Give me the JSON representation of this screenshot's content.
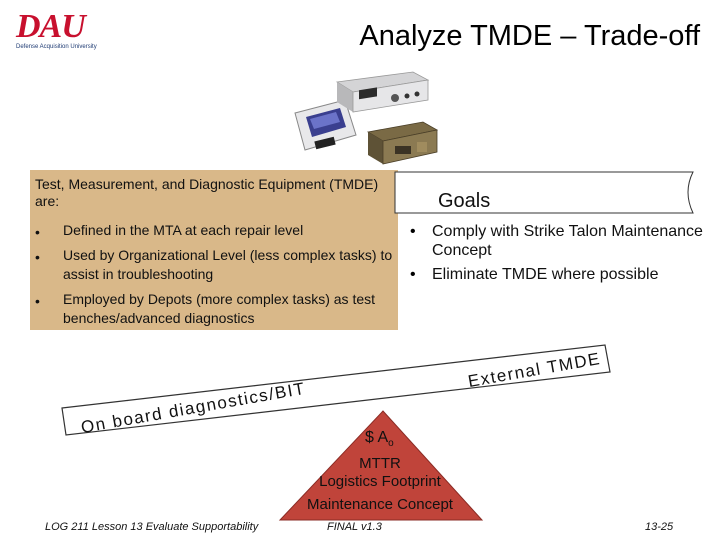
{
  "logo": {
    "text": "DAU",
    "subtitle": "Defense Acquisition University"
  },
  "slide": {
    "title": "Analyze TMDE – Trade-off"
  },
  "definition": {
    "title": "Test, Measurement, and Diagnostic Equipment (TMDE) are:",
    "bullets": [
      "Defined in the MTA at each repair level",
      "Used by Organizational Level (less complex tasks) to assist in troubleshooting",
      "Employed by Depots (more complex tasks) as test benches/advanced diagnostics"
    ],
    "bullet_symbol": "•"
  },
  "goals": {
    "title": "Goals",
    "items": [
      "Comply with Strike Talon Maintenance Concept",
      "Eliminate TMDE where possible"
    ],
    "bullet_symbol": "•"
  },
  "seesaw": {
    "right_label": "External TMDE",
    "left_label": "On board diagnostics/BIT",
    "fulcrum_top": "$ A",
    "fulcrum_top_sub": "o",
    "fulcrum_items": [
      "MTTR",
      "Logistics Footprint",
      "Maintenance Concept"
    ]
  },
  "footer": {
    "left": "LOG 211 Lesson 13 Evaluate Supportability",
    "center": "FINAL v1.3",
    "right": "13-25"
  },
  "colors": {
    "tan_box": "#d9b889",
    "fulcrum": "#c0443a",
    "plank_fill": "#ffffff",
    "logo_red": "#c8102e"
  }
}
